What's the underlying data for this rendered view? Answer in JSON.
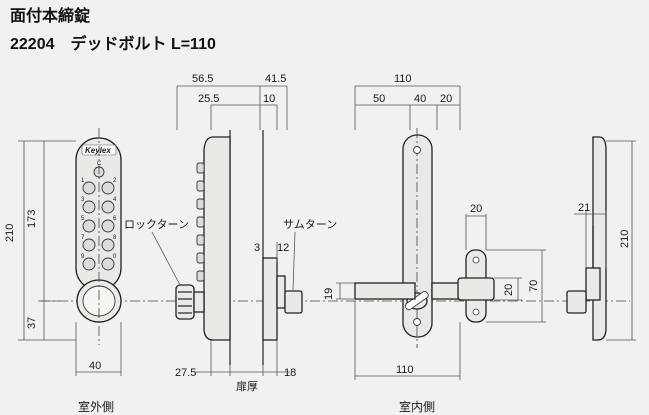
{
  "title": "面付本締錠",
  "subtitle": "22204　デッドボルト L=110",
  "dims": {
    "d56_5": "56.5",
    "d25_5": "25.5",
    "d41_5": "41.5",
    "d10": "10",
    "d110_top": "110",
    "d50": "50",
    "d40": "40",
    "d20_top": "20",
    "d210_left": "210",
    "d173": "173",
    "d37": "37",
    "d40_bottom": "40",
    "d27_5": "27.5",
    "d18": "18",
    "d3": "3",
    "d12": "12",
    "d19": "19",
    "d20_bracket": "20",
    "d20_right": "20",
    "d70": "70",
    "d110_bottom": "110",
    "d21": "21",
    "d210_right": "210"
  },
  "labels": {
    "lock_turn": "ロックターン",
    "thumb_turn": "サムターン",
    "door_thickness": "扉厚",
    "outside": "室外側",
    "inside": "室内側"
  },
  "keypad": {
    "brand": "Keylex",
    "top_key": "C",
    "keys": [
      "1",
      "2",
      "3",
      "4",
      "5",
      "6",
      "7",
      "8",
      "9",
      "0"
    ]
  }
}
